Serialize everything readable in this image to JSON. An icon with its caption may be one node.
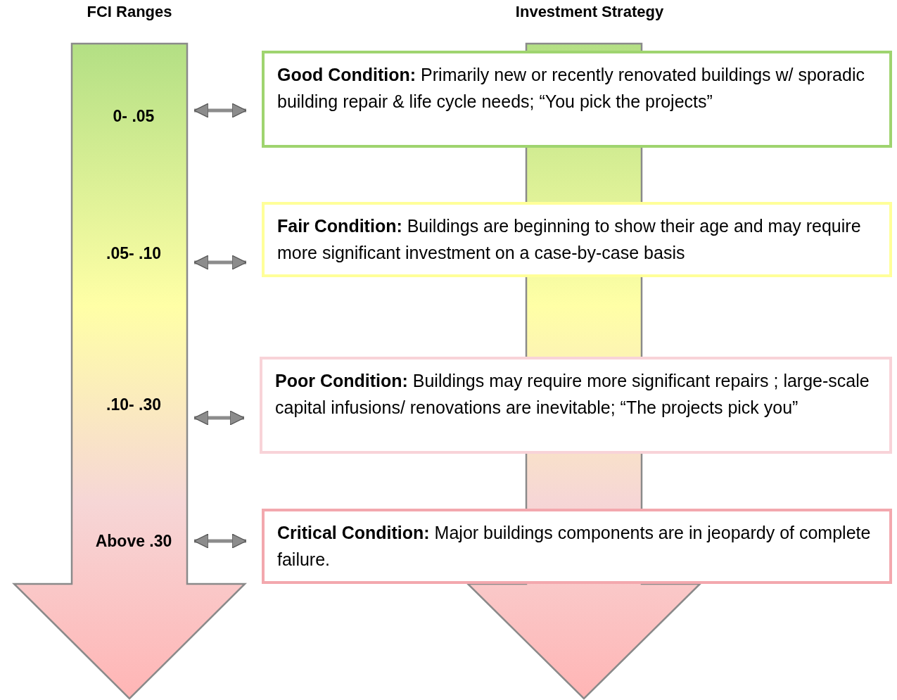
{
  "diagram": {
    "nodes": [
      {
        "text": [
          "0- .05"
        ]
      },
      {
        "text": [
          ".05- .10"
        ]
      },
      {
        "text": [
          ".10- .30"
        ]
      },
      {
        "text": [
          "Above .30"
        ]
      },
      {
        "text": [
          "**Good Condition:** Primarily new or recently renovated buildings w/ sporadic building repair & life cycle needs; “You pick the projects”"
        ]
      },
      {
        "text": [
          "**Fair Condition:** Buildings are beginning to show their age and may require more significant investment on a case-by-case basis"
        ]
      },
      {
        "text": [
          "**Poor Condition:** Buildings may require more significant repairs ; large-scale capital infusions/ renovations are inevitable; “The projects pick you”"
        ]
      },
      {
        "text": [
          "**Critical Condition:**  Major buildings components are in jeopardy of complete failure."
        ]
      }
    ],
    "edges": [
      {
        "from": 0,
        "to": 4,
        "arrow": "both"
      },
      {
        "from": 1,
        "to": 5,
        "arrow": "both"
      },
      {
        "from": 2,
        "to": 6,
        "arrow": "both"
      },
      {
        "from": 3,
        "to": 7,
        "arrow": "both"
      }
    ],
    "labels": [
      "FCI Ranges",
      "Investment Strategy"
    ]
  }
}
